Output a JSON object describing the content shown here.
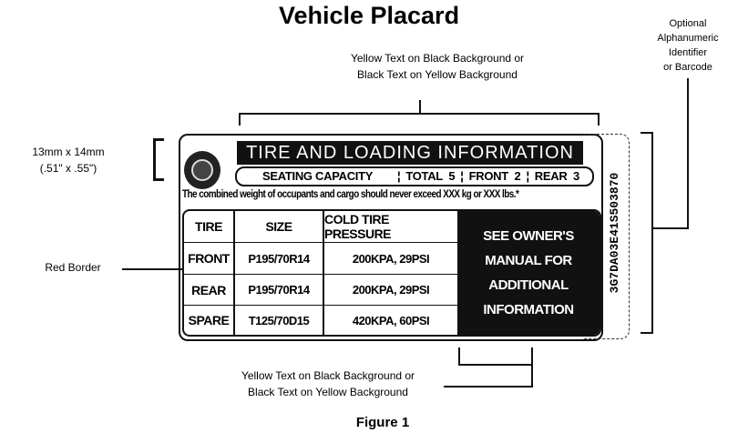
{
  "title": "Vehicle Placard",
  "figure_caption": "Figure 1",
  "annotations": {
    "top": [
      "Yellow Text on Black Background or",
      "Black Text on Yellow Background"
    ],
    "bottom": [
      "Yellow Text on Black Background or",
      "Black Text on Yellow Background"
    ],
    "right": [
      "Optional",
      "Alphanumeric",
      "Identifier",
      "or Barcode"
    ],
    "left_size": [
      "13mm x 14mm",
      "(.51\" x .55\")"
    ],
    "red_border": "Red Border"
  },
  "placard": {
    "header": "TIRE AND LOADING INFORMATION",
    "seating": {
      "label": "SEATING CAPACITY",
      "total": "TOTAL  5",
      "front": "FRONT  2",
      "rear": "REAR  3"
    },
    "weight_notice": "The combined weight of occupants and cargo should never exceed XXX kg or XXX lbs.*",
    "table": {
      "headers": [
        "TIRE",
        "SIZE",
        "COLD TIRE PRESSURE"
      ],
      "rows": [
        [
          "FRONT",
          "P195/70R14",
          "200KPA, 29PSI"
        ],
        [
          "REAR",
          "P195/70R14",
          "200KPA, 29PSI"
        ],
        [
          "SPARE",
          "T125/70D15",
          "420KPA, 60PSI"
        ]
      ]
    },
    "owner_box": [
      "SEE OWNER'S",
      "MANUAL FOR",
      "ADDITIONAL",
      "INFORMATION"
    ],
    "identifier": "3G7DA03E41S503870"
  }
}
